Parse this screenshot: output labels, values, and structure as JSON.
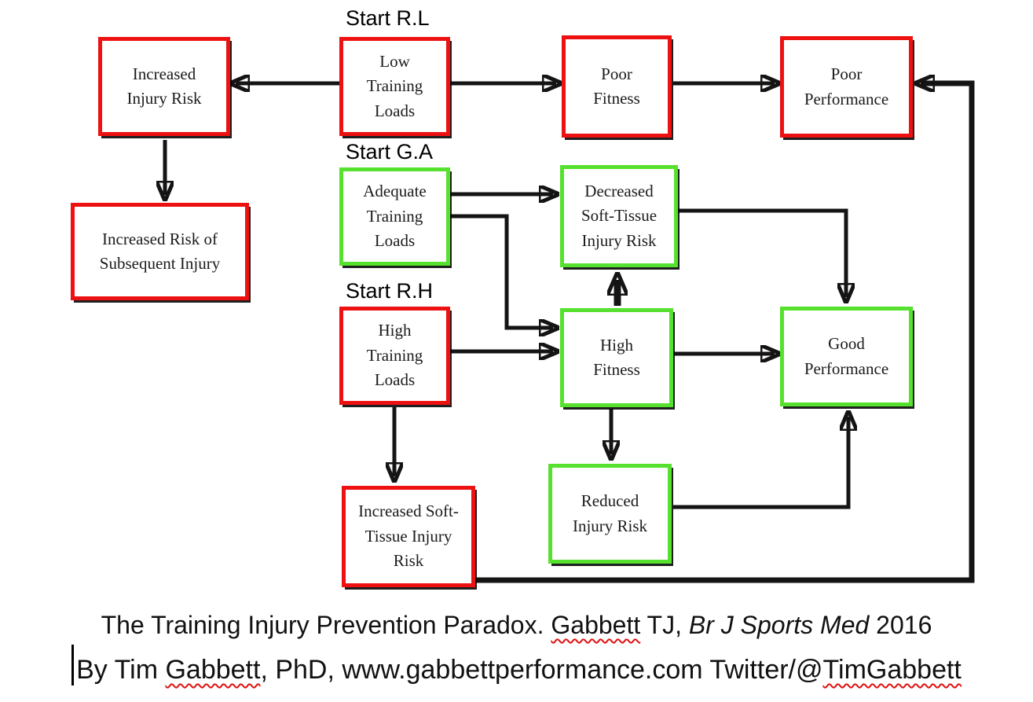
{
  "colors": {
    "red_border": "#ed1111",
    "green_border": "#55e12d",
    "arrow_line": "#141414",
    "background": "#ffffff",
    "spellcheck_underline": "#e01111"
  },
  "nodes": [
    {
      "id": "increased-injury-risk",
      "label": "Increased Injury Risk",
      "variant": "red"
    },
    {
      "id": "low-training-loads",
      "label": "Low Training Loads",
      "variant": "red",
      "tag": "Start R.L"
    },
    {
      "id": "poor-fitness",
      "label": "Poor Fitness",
      "variant": "red"
    },
    {
      "id": "poor-performance",
      "label": "Poor Performance",
      "variant": "red"
    },
    {
      "id": "increased-risk-of-subsequent-injury",
      "label": "Increased Risk of Subsequent Injury",
      "variant": "red"
    },
    {
      "id": "adequate-training-loads",
      "label": "Adequate Training Loads",
      "variant": "green",
      "tag": "Start G.A"
    },
    {
      "id": "decreased-soft-tissue-injury-risk",
      "label": "Decreased Soft-Tissue Injury Risk",
      "variant": "green"
    },
    {
      "id": "high-training-loads",
      "label": "High Training Loads",
      "variant": "red",
      "tag": "Start R.H"
    },
    {
      "id": "high-fitness",
      "label": "High Fitness",
      "variant": "green"
    },
    {
      "id": "good-performance",
      "label": "Good Performance",
      "variant": "green"
    },
    {
      "id": "increased-soft-tissue-injury-risk",
      "label": "Increased Soft-Tissue Injury Risk",
      "variant": "red"
    },
    {
      "id": "reduced-injury-risk",
      "label": "Reduced Injury Risk",
      "variant": "green"
    }
  ],
  "edges": [
    {
      "from": "low-training-loads",
      "to": "increased-injury-risk"
    },
    {
      "from": "low-training-loads",
      "to": "poor-fitness"
    },
    {
      "from": "poor-fitness",
      "to": "poor-performance"
    },
    {
      "from": "increased-injury-risk",
      "to": "increased-risk-of-subsequent-injury"
    },
    {
      "from": "adequate-training-loads",
      "to": "decreased-soft-tissue-injury-risk"
    },
    {
      "from": "adequate-training-loads",
      "to": "high-fitness"
    },
    {
      "from": "high-training-loads",
      "to": "high-fitness"
    },
    {
      "from": "high-fitness",
      "to": "decreased-soft-tissue-injury-risk"
    },
    {
      "from": "high-fitness",
      "to": "good-performance"
    },
    {
      "from": "high-fitness",
      "to": "reduced-injury-risk"
    },
    {
      "from": "decreased-soft-tissue-injury-risk",
      "to": "good-performance"
    },
    {
      "from": "high-training-loads",
      "to": "increased-soft-tissue-injury-risk"
    },
    {
      "from": "reduced-injury-risk",
      "to": "good-performance"
    },
    {
      "from": "increased-soft-tissue-injury-risk",
      "to": "poor-performance"
    }
  ],
  "caption": {
    "line1": {
      "pre": "The Training Injury Prevention Paradox. ",
      "gabbett": "Gabbett",
      "mid": " TJ, ",
      "journal": "Br J Sports Med",
      "year": " 2016"
    },
    "line2": {
      "pre": "By Tim ",
      "gabbett": "Gabbett",
      "mid": ", PhD, www.gabbettperformance.com Twitter/@",
      "handle": "TimGabbett"
    }
  }
}
